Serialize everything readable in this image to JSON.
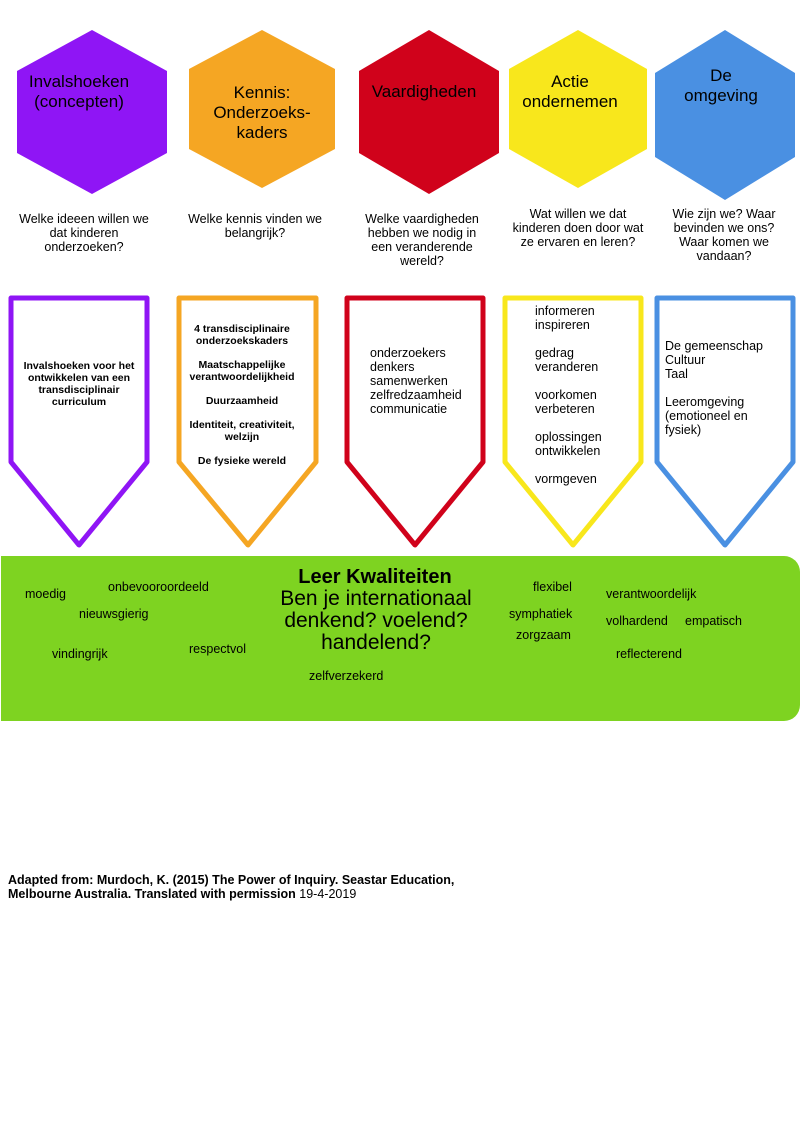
{
  "columns": [
    {
      "title": "Invalshoeken\n(concepten)",
      "question": "Welke ideeen willen we\ndat kinderen\nonderzoeken?",
      "color": "#8f15f5",
      "body": "Invalshoeken voor het\nontwikkelen van een\ntransdisciplinair\ncurriculum"
    },
    {
      "title": "Kennis:\nOnderzoeks-\nkaders",
      "question": "Welke kennis vinden we\nbelangrijk?",
      "color": "#f5a623",
      "body": "4 transdisciplinaire\nonderzoekskaders\n\nMaatschappelijke\nverantwoordelijkheid\n\nDuurzaamheid\n\nIdentiteit, creativiteit,\nwelzijn\n\nDe fysieke wereld"
    },
    {
      "title": "Vaardigheden",
      "question": "Welke vaardigheden\nhebben we nodig in\neen veranderende\nwereld?",
      "color": "#d0021b",
      "body": "onderzoekers\ndenkers\nsamenwerken\nzelfredzaamheid\ncommunicatie"
    },
    {
      "title": "Actie\nondernemen",
      "question": "Wat willen we dat\nkinderen doen door wat\nze ervaren en leren?",
      "color": "#f8e71c",
      "body": "informeren\ninspireren\n\ngedrag\nveranderen\n\nvoorkomen\nverbeteren\n\noplossingen\nontwikkelen\n\nvormgeven"
    },
    {
      "title": "De\nomgeving",
      "question": "Wie zijn we? Waar\nbevinden we ons?\nWaar komen we\nvandaan?",
      "color": "#4a90e2",
      "body": "De gemeenschap\nCultuur\nTaal\n\nLeeromgeving\n(emotioneel en\nfysiek)"
    }
  ],
  "qualities_panel": {
    "color": "#7ed321",
    "title": "Leer Kwaliteiten",
    "subtitle": "Ben je internationaal\ndenkend? voelend?\nhandelend?",
    "words": [
      "moedig",
      "onbevooroordeeld",
      "nieuwsgierig",
      "vindingrijk",
      "respectvol",
      "zelfverzekerd",
      "flexibel",
      "symphatiek",
      "zorgzaam",
      "verantwoordelijk",
      "volhardend",
      "empatisch",
      "reflecterend"
    ]
  },
  "credit": {
    "bold": "Adapted from: Murdoch, K. (2015) The Power of Inquiry. Seastar Education, Melbourne Australia. Translated with permission",
    "date": "19-4-2019"
  }
}
